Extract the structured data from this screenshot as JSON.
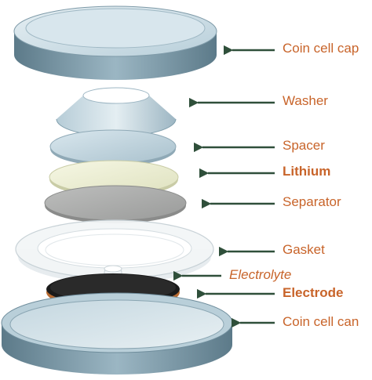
{
  "labels": {
    "coin_cell_cap": "Coin cell cap",
    "washer": "Washer",
    "spacer": "Spacer",
    "lithium": "Lithium",
    "separator": "Separator",
    "gasket": "Gasket",
    "electrolyte": "Electrolyte",
    "electrode": "Electrode",
    "coin_cell_can": "Coin cell can"
  },
  "colors": {
    "label_text": "#c8642a",
    "arrow": "#2f4f3a",
    "metal_light": "#d4e4ec",
    "metal_mid": "#a9c3d0",
    "metal_dark": "#6f8d9c",
    "lithium": "#ecefd6",
    "separator": "#a9aaa9",
    "electrode_black": "#1a1a1a",
    "electrode_copper": "#b86a30"
  }
}
